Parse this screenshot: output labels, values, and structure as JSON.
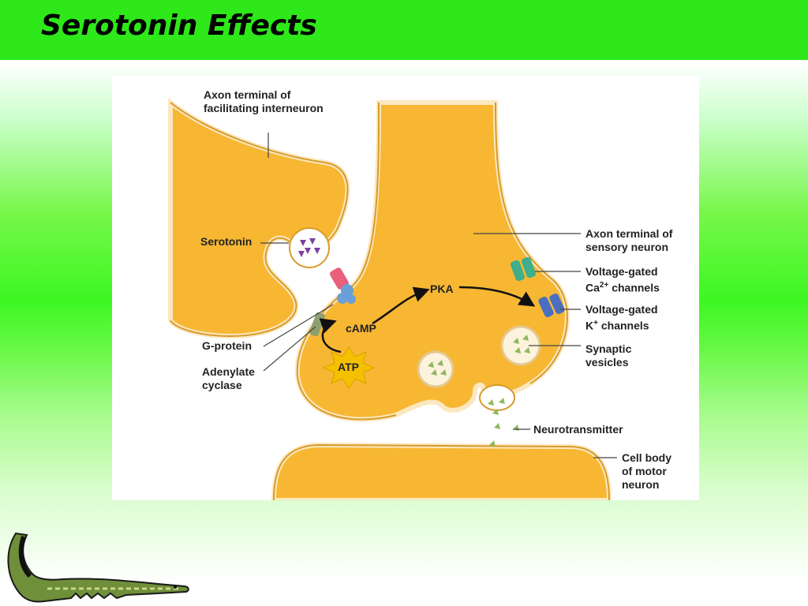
{
  "slide": {
    "title": "Serotonin Effects"
  },
  "diagram": {
    "labels": {
      "axon_facilitating_line1": "Axon terminal of",
      "axon_facilitating_line2": "facilitating interneuron",
      "serotonin": "Serotonin",
      "g_protein": "G-protein",
      "adenylate_line1": "Adenylate",
      "adenylate_line2": "cyclase",
      "camp": "cAMP",
      "atp": "ATP",
      "pka": "PKA",
      "axon_sensory_line1": "Axon terminal of",
      "axon_sensory_line2": "sensory neuron",
      "ca_line1": "Voltage-gated",
      "ca_line2_pre": "Ca",
      "ca_line2_sup": "2+",
      "ca_line2_post": " channels",
      "k_line1": "Voltage-gated",
      "k_line2_pre": "K",
      "k_line2_sup": "+",
      "k_line2_post": " channels",
      "synaptic_line1": "Synaptic",
      "synaptic_line2": "vesicles",
      "neurotransmitter": "Neurotransmitter",
      "cellbody_line1": "Cell body",
      "cellbody_line2": "of motor",
      "cellbody_line3": "neuron"
    },
    "colors": {
      "cell_fill": "#f7b733",
      "cell_outline": "#d99a2a",
      "membrane": "#fbe8c0",
      "serotonin": "#7b3fa0",
      "ca_channel": "#3fae8a",
      "k_channel": "#4a6fc0",
      "receptor": "#e8607a",
      "gprotein": "#6b9fd8",
      "cyclase": "#8fa070",
      "neurotransmitter": "#8fb860",
      "atp_star": "#f5c000"
    }
  },
  "decoration": {
    "logo_icon": "crocodile-icon"
  }
}
